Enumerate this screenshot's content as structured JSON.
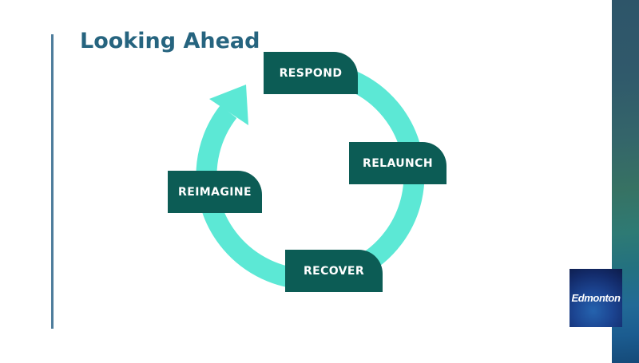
{
  "slide": {
    "title": "Looking Ahead",
    "cycle": {
      "description": "circular clockwise cycle diagram with arrow",
      "steps": [
        {
          "label": "RESPOND",
          "position": "top"
        },
        {
          "label": "RELAUNCH",
          "position": "right"
        },
        {
          "label": "RECOVER",
          "position": "bottom"
        },
        {
          "label": "REIMAGINE",
          "position": "left"
        }
      ]
    },
    "brand": {
      "logo_text": "Edmonton"
    },
    "colors": {
      "title_text": "#26647f",
      "step_box_fill": "#0c5c55",
      "step_box_text": "#ffffff",
      "ring": "#5ce8d5",
      "left_accent_line": "#4e7d9c",
      "logo_blue": "#1c4592",
      "strip_gradient_top": "#2e5569",
      "strip_gradient_middle": "#2e7a74",
      "strip_gradient_bottom": "#154a79"
    }
  }
}
